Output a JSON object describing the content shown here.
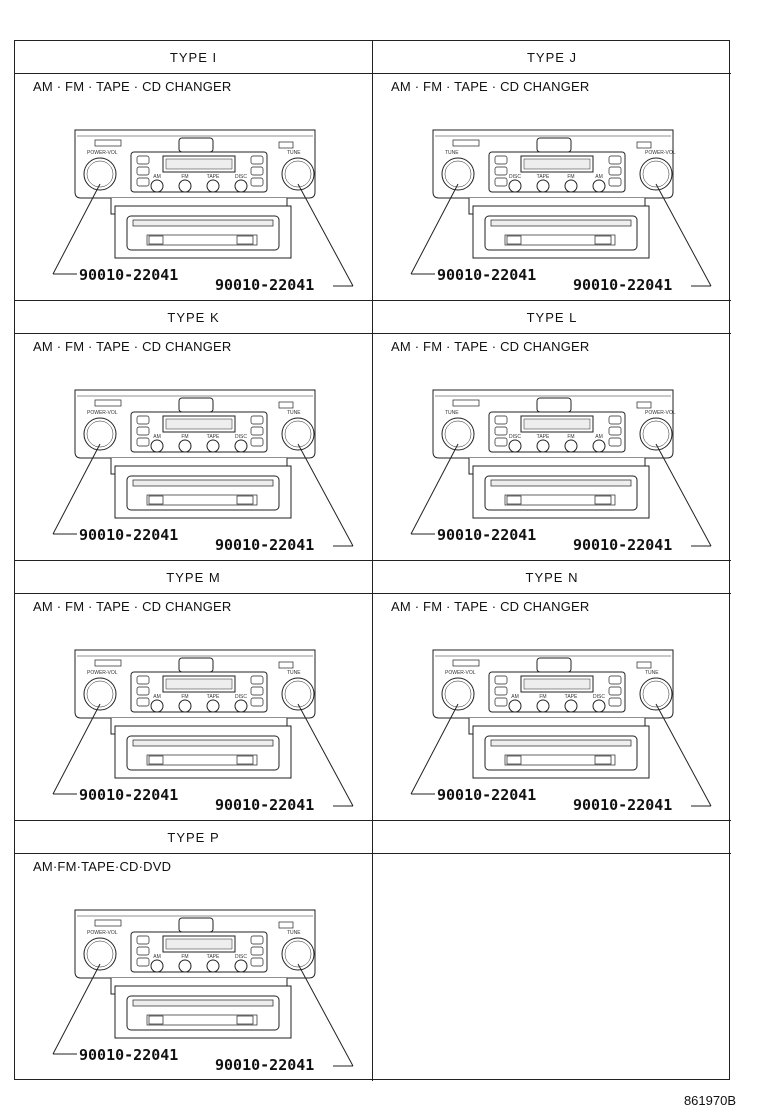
{
  "types": [
    {
      "name": "TYPE I",
      "desc": "AM · FM · TAPE · CD CHANGER",
      "part_left": "90010-22041",
      "part_right": "90010-22041",
      "knob_left": "POWER-VOL",
      "knob_right": "TUNE",
      "buttons": [
        "AM",
        "FM",
        "TAPE",
        "DISC"
      ]
    },
    {
      "name": "TYPE J",
      "desc": "AM · FM · TAPE · CD CHANGER",
      "part_left": "90010-22041",
      "part_right": "90010-22041",
      "knob_left": "TUNE",
      "knob_right": "POWER-VOL",
      "buttons": [
        "DISC",
        "TAPE",
        "FM",
        "AM"
      ]
    },
    {
      "name": "TYPE K",
      "desc": "AM · FM · TAPE · CD CHANGER",
      "part_left": "90010-22041",
      "part_right": "90010-22041",
      "knob_left": "POWER-VOL",
      "knob_right": "TUNE",
      "buttons": [
        "AM",
        "FM",
        "TAPE",
        "DISC"
      ]
    },
    {
      "name": "TYPE L",
      "desc": "AM · FM · TAPE · CD CHANGER",
      "part_left": "90010-22041",
      "part_right": "90010-22041",
      "knob_left": "TUNE",
      "knob_right": "POWER-VOL",
      "buttons": [
        "DISC",
        "TAPE",
        "FM",
        "AM"
      ]
    },
    {
      "name": "TYPE M",
      "desc": "AM · FM · TAPE · CD CHANGER",
      "part_left": "90010-22041",
      "part_right": "90010-22041",
      "knob_left": "POWER-VOL",
      "knob_right": "TUNE",
      "buttons": [
        "AM",
        "FM",
        "TAPE",
        "DISC"
      ]
    },
    {
      "name": "TYPE N",
      "desc": "AM · FM · TAPE · CD CHANGER",
      "part_left": "90010-22041",
      "part_right": "90010-22041",
      "knob_left": "POWER-VOL",
      "knob_right": "TUNE",
      "buttons": [
        "AM",
        "FM",
        "TAPE",
        "DISC"
      ]
    },
    {
      "name": "TYPE P",
      "desc": "AM·FM·TAPE·CD·DVD",
      "part_left": "90010-22041",
      "part_right": "90010-22041",
      "knob_left": "POWER-VOL",
      "knob_right": "TUNE",
      "buttons": [
        "AM",
        "FM",
        "TAPE",
        "DISC"
      ]
    }
  ],
  "figure_code": "861970B",
  "colors": {
    "line": "#222222",
    "panel": "#ffffff",
    "shade": "#eeeeee"
  }
}
